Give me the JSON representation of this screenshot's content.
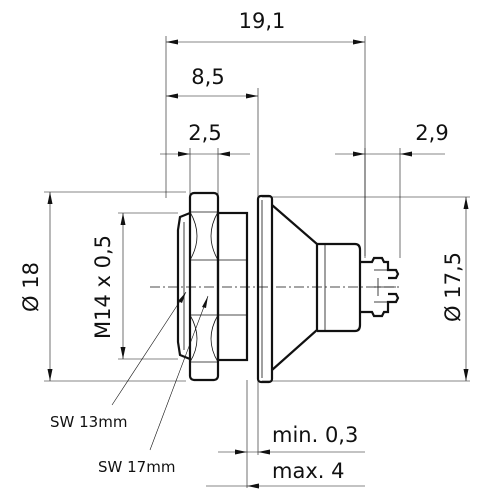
{
  "dimensions": {
    "overall_length": "19,1",
    "body_length": "8,5",
    "flange_thickness": "2,5",
    "rear_length": "2,9",
    "front_diameter": "Ø 18",
    "thread": "M14 x 0,5",
    "rear_diameter": "Ø 17,5",
    "min_gap": "min. 0,3",
    "max_gap": "max. 4"
  },
  "labels": {
    "sw_small": "SW 13mm",
    "sw_large": "SW 17mm"
  }
}
